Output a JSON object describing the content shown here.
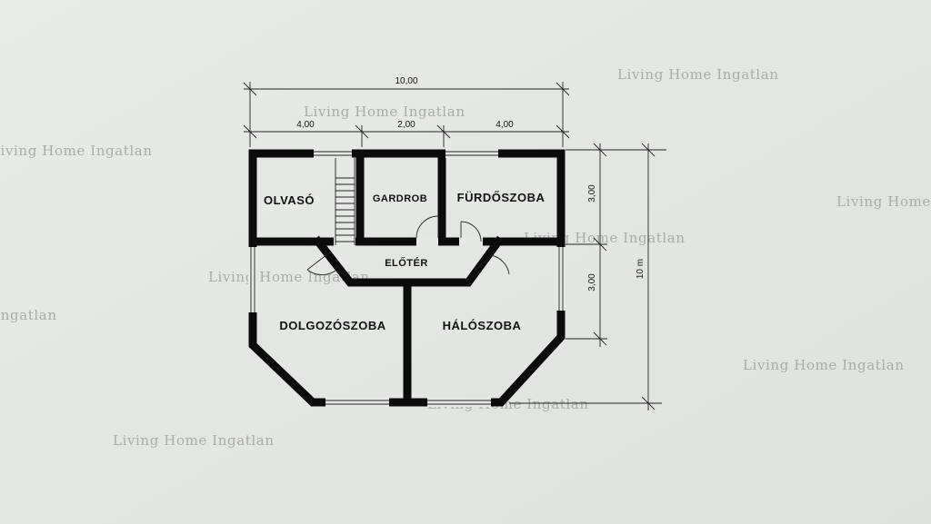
{
  "watermark": "Living Home Ingatlan",
  "rooms": {
    "olvaso": "OLVASÓ",
    "gardrob": "GARDROB",
    "furdoszoba": "FÜRDŐSZOBA",
    "eloter": "ELŐTÉR",
    "dolgozoszoba": "DOLGOZÓSZOBA",
    "haloszoba": "HÁLÓSZOBA"
  },
  "dimensions": {
    "total_width": "10,00",
    "segment_left": "4,00",
    "segment_middle": "2,00",
    "segment_right": "4,00",
    "height_upper": "3,00",
    "height_lower": "3,00",
    "total_height": "10 m"
  }
}
